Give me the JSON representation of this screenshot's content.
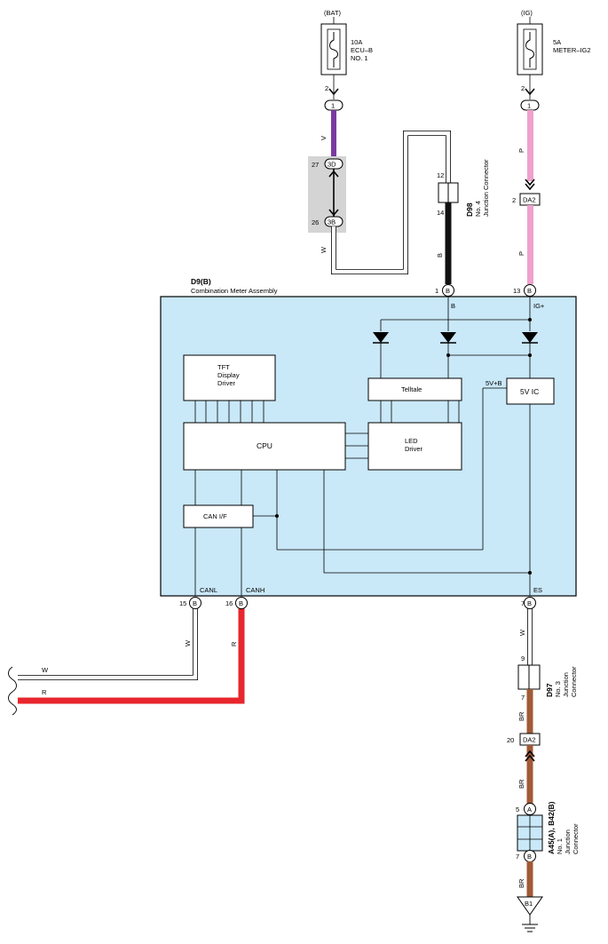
{
  "power_sources": {
    "bat": {
      "label": "(BAT)",
      "fuse_rating": "10A",
      "fuse_name": "ECU–B",
      "fuse_no": "NO. 1",
      "pin": "2",
      "conn": "1"
    },
    "ig": {
      "label": "(IG)",
      "fuse_rating": "5A",
      "fuse_name": "METER–IG2",
      "pin": "2",
      "conn": "1"
    }
  },
  "wire_colors": {
    "V": "#7b3aa0",
    "P": "#f0a0cc",
    "B": "#111111",
    "W": "#ffffff",
    "R": "#e8262d",
    "BR": "#a05a36"
  },
  "wires": {
    "v_label": "V",
    "w_label": "W",
    "b_label": "B",
    "p_label": "P",
    "p_label2": "P",
    "canl_label": "W",
    "canh_label": "R",
    "es_label": "W",
    "br1": "BR",
    "br2": "BR",
    "br3": "BR",
    "left_w": "W",
    "left_r": "R"
  },
  "connectors": {
    "c3d_pin": "27",
    "c3d": "3D",
    "c3b_pin": "26",
    "c3b": "3B",
    "d98_pin_top": "12",
    "d98_pin_bot": "14",
    "d98_id": "D98",
    "d98_desc1": "No. 4",
    "d98_desc2": "Junction Connector",
    "da2_top_pin": "2",
    "da2_top": "DA2",
    "d97_pin_top": "9",
    "d97_pin_bot": "7",
    "d97_id": "D97",
    "d97_desc1": "No. 3",
    "d97_desc2": "Junction",
    "d97_desc3": "Connector",
    "da2_bot_pin": "20",
    "da2_bot": "DA2",
    "a45_pin_top": "5",
    "a45_top": "A",
    "a45_pin_bot": "7",
    "a45_bot": "B",
    "a45_id": "A45(A), B42(B)",
    "a45_desc1": "No. 1",
    "a45_desc2": "Junction",
    "a45_desc3": "Connector",
    "ground": "B1"
  },
  "meter": {
    "id": "D9(B)",
    "name": "Combination Meter Assembly",
    "pin_b_num": "1",
    "pin_b_conn": "B",
    "pin_b_label": "B",
    "pin_ig_num": "13",
    "pin_ig_conn": "B",
    "pin_ig_label": "IG+",
    "pin_canl_num": "15",
    "pin_canl_conn": "B",
    "pin_canl_label": "CANL",
    "pin_canh_num": "16",
    "pin_canh_conn": "B",
    "pin_canh_label": "CANH",
    "pin_es_num": "7",
    "pin_es_conn": "B",
    "pin_es_label": "ES",
    "tft1": "TFT",
    "tft2": "Display",
    "tft3": "Driver",
    "cpu": "CPU",
    "led1": "LED",
    "led2": "Driver",
    "telltale": "Telltale",
    "ic5v": "5V IC",
    "v5b": "5V+B",
    "canif": "CAN I/F",
    "fill": "#c9e8f8"
  }
}
